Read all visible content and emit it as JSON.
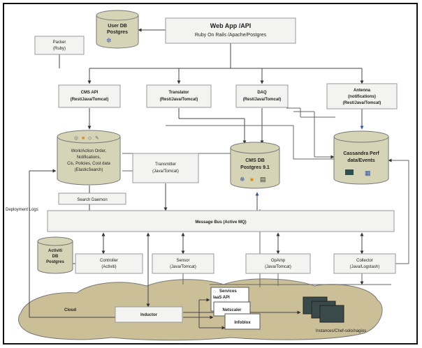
{
  "nodes": {
    "user_db": [
      "User DB",
      "Postgres"
    ],
    "webapp": [
      "Web App /API",
      "Ruby On Rails /Apache/Postgres"
    ],
    "packer": [
      "Packer",
      "(Ruby)"
    ],
    "cms_api": [
      "CMS API",
      "(Rest/Java/Tomcat)"
    ],
    "translator": [
      "Translator",
      "(Rest/Java/Tomcat)"
    ],
    "daq": [
      "DAQ",
      "(Rest/Java/Tomcat)"
    ],
    "antenna": [
      "Antenna",
      "(notifications)",
      "(Rest/Java/Tomcat)"
    ],
    "es_db": [
      "Work/Action Order,",
      "Notifications,",
      "Cis, Policies, Cost data",
      "(ElasticSearch)"
    ],
    "transmitter": [
      "Transmitter",
      "(Java/Tomcat)"
    ],
    "cms_db": [
      "CMS DB",
      "Postgres 9.1"
    ],
    "cassandra": [
      "Cassandra Perf",
      "data/Events"
    ],
    "search_daemon": [
      "Search Daemon"
    ],
    "bus": [
      "Message Bus (Active MQ)"
    ],
    "activiti_db": [
      "Activiti",
      "DB",
      "Postgres"
    ],
    "controller": [
      "Controller",
      "(Activiti)"
    ],
    "sensor": [
      "Sensor",
      "(Java/Tomcat)"
    ],
    "opamp": [
      "OpAmp",
      "(Java/Tomcat)"
    ],
    "collector": [
      "Collector",
      "(Java/Logstash)"
    ],
    "services": [
      "Services"
    ],
    "iaas": [
      "IaaS API"
    ],
    "netscaler": [
      "Netscaler"
    ],
    "infoblox": [
      "Infoblox"
    ],
    "inductor": [
      "Inductor"
    ],
    "instances": [
      "Instances/Chef-solo/nagios"
    ]
  },
  "labels": {
    "cloud": "Cloud",
    "deployment_logs": "Deployment Logs"
  },
  "colors": {
    "db": "#d6d4b6",
    "cloud": "#cbbf98",
    "box": "#f3f3f1"
  }
}
